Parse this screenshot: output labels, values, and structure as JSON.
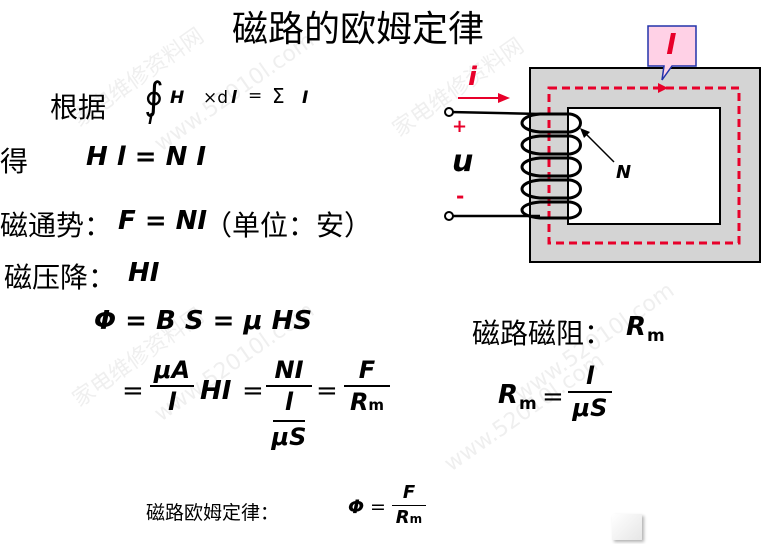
{
  "title": "磁路的欧姆定律",
  "text": {
    "genju": "根据",
    "de": "得",
    "integral_sym": "∮",
    "int_sub": "l",
    "int_H": "H",
    "int_rest": "×d",
    "int_l": "l",
    "int_eq": "=",
    "int_sigma": "Σ",
    "int_I": "I",
    "hl_eq": "H l = N I",
    "mmf_label": "磁通势：",
    "mmf_formula": "F = NI",
    "mmf_unit": "（单位：安）",
    "mag_drop_label": "磁压降：",
    "mag_drop_formula": "HI",
    "phi_eq": "Φ = B S = μ HS",
    "reluct_label": "磁路磁阻：",
    "reluct_R": "R",
    "reluct_sub": "m",
    "eq1": "=",
    "frac1_num": "μA",
    "frac1_den": "l",
    "hi": "HI",
    "eq2": "=",
    "frac2_num": "NI",
    "frac2_sub_num": "l",
    "frac2_sub_den": "μS",
    "eq3": "=",
    "frac3_num": "F",
    "frac3_den_R": "R",
    "frac3_den_sub": "m",
    "rm_lhs_R": "R",
    "rm_lhs_sub": "m",
    "rm_eq": "=",
    "rm_num": "l",
    "rm_den": "μS",
    "law_label": "磁路欧姆定律：",
    "law_phi": "Φ",
    "law_eq": "=",
    "law_num": "F",
    "law_den_R": "R",
    "law_den_sub": "m"
  },
  "diagram": {
    "flux_label": "l",
    "current_label": "i",
    "plus": "+",
    "minus": "-",
    "voltage_label": "u",
    "turns_label": "N"
  },
  "watermark": {
    "text_cn": "家电维修资料网",
    "text_url": "www.52010l.com"
  },
  "colors": {
    "accent_red": "#e8002a",
    "callout_fill": "#ffd1e6",
    "core_fill": "#d4d4d4"
  }
}
